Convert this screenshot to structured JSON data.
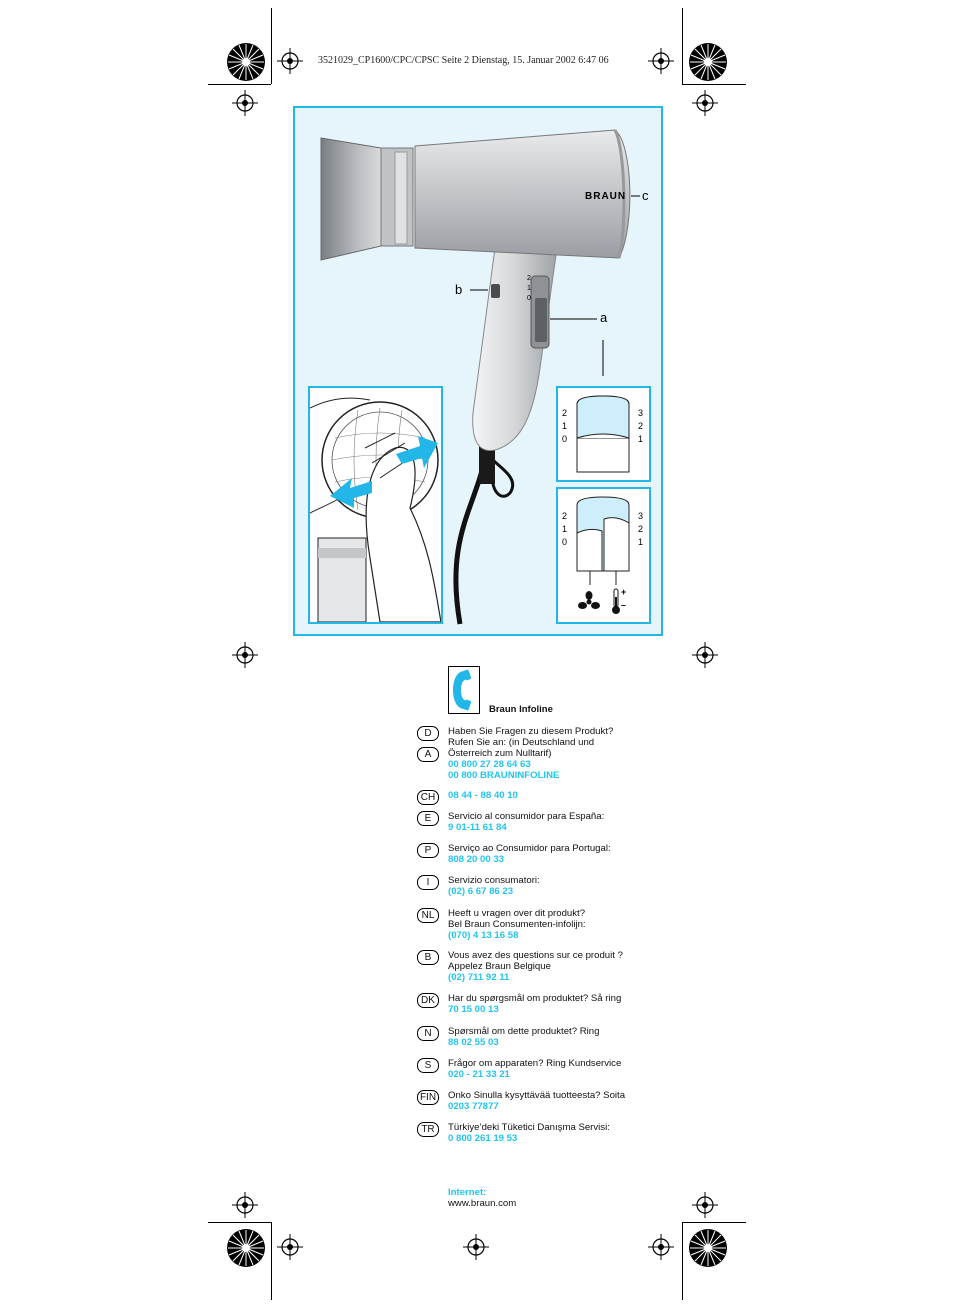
{
  "header": {
    "print_info": "3521029_CP1600/CPC/CPSC  Seite 2  Dienstag, 15. Januar 2002  6:47 06"
  },
  "illustration": {
    "brand_logo": "BRAUN",
    "labels": {
      "a": "a",
      "b": "b",
      "c": "c"
    },
    "switch_positions": [
      "2",
      "1",
      "0"
    ],
    "inset_top": {
      "left": [
        "2",
        "1",
        "0"
      ],
      "right": [
        "3",
        "2",
        "1"
      ]
    },
    "inset_bottom": {
      "left": [
        "2",
        "1",
        "0"
      ],
      "right": [
        "3",
        "2",
        "1"
      ],
      "temp_plus": "+",
      "temp_minus": "–"
    },
    "icons": [
      "phone-icon",
      "fan-icon",
      "thermometer-icon"
    ],
    "colors": {
      "accent": "#22b7e8",
      "panel_bg": "#e6f5fc",
      "phone_text": "#22c5ee"
    }
  },
  "infoline": {
    "title": "Braun Infoline"
  },
  "entries": [
    {
      "code": "D",
      "lines": [
        {
          "text": "Haben Sie Fragen zu diesem Produkt?",
          "phone": false
        },
        {
          "text": "Rufen Sie an: (in Deutschland und",
          "phone": false
        },
        {
          "text": "Österreich zum Nulltarif)",
          "phone": false
        },
        {
          "text": "00 800 27 28 64 63",
          "phone": true
        },
        {
          "text": "00 800 BRAUNINFOLINE",
          "phone": true
        }
      ]
    },
    {
      "code": "A",
      "lines": []
    },
    {
      "code": "CH",
      "lines": [
        {
          "text": "08 44 - 88 40 10",
          "phone": true
        }
      ]
    },
    {
      "code": "E",
      "lines": [
        {
          "text": "Servicio al consumidor para España:",
          "phone": false
        },
        {
          "text": "9 01-11 61 84",
          "phone": true
        }
      ]
    },
    {
      "code": "P",
      "lines": [
        {
          "text": "Serviço ao Consumidor para Portugal:",
          "phone": false
        },
        {
          "text": "808 20 00 33",
          "phone": true
        }
      ]
    },
    {
      "code": "I",
      "lines": [
        {
          "text": "Servizio consumatori:",
          "phone": false
        },
        {
          "text": "(02) 6 67 86 23",
          "phone": true
        }
      ]
    },
    {
      "code": "NL",
      "lines": [
        {
          "text": "Heeft u vragen over dit produkt?",
          "phone": false
        },
        {
          "text": "Bel Braun Consumenten-infolijn:",
          "phone": false
        },
        {
          "text": "(070) 4 13 16 58",
          "phone": true
        }
      ]
    },
    {
      "code": "B",
      "lines": [
        {
          "text": "Vous avez des questions sur ce produit ?",
          "phone": false
        },
        {
          "text": "Appelez Braun Belgique",
          "phone": false
        },
        {
          "text": "(02) 711 92 11",
          "phone": true
        }
      ]
    },
    {
      "code": "DK",
      "lines": [
        {
          "text": "Har du spørgsmål om produktet? Så ring",
          "phone": false
        },
        {
          "text": "70 15 00 13",
          "phone": true
        }
      ]
    },
    {
      "code": "N",
      "lines": [
        {
          "text": "Spørsmål om dette produktet? Ring",
          "phone": false
        },
        {
          "text": "88 02 55 03",
          "phone": true
        }
      ]
    },
    {
      "code": "S",
      "lines": [
        {
          "text": "Frågor om apparaten? Ring Kundservice",
          "phone": false
        },
        {
          "text": "020 - 21 33 21",
          "phone": true
        }
      ]
    },
    {
      "code": "FIN",
      "lines": [
        {
          "text": "Onko Sinulla kysyttävää tuotteesta? Soita",
          "phone": false
        },
        {
          "text": "0203 77877",
          "phone": true
        }
      ]
    },
    {
      "code": "TR",
      "lines": [
        {
          "text": "Türkiye’deki Tüketici Danışma Servisi:",
          "phone": false
        },
        {
          "text": "0 800 261 19 53",
          "phone": true
        }
      ]
    }
  ],
  "internet": {
    "label": "Internet:",
    "url": "www.braun.com"
  }
}
